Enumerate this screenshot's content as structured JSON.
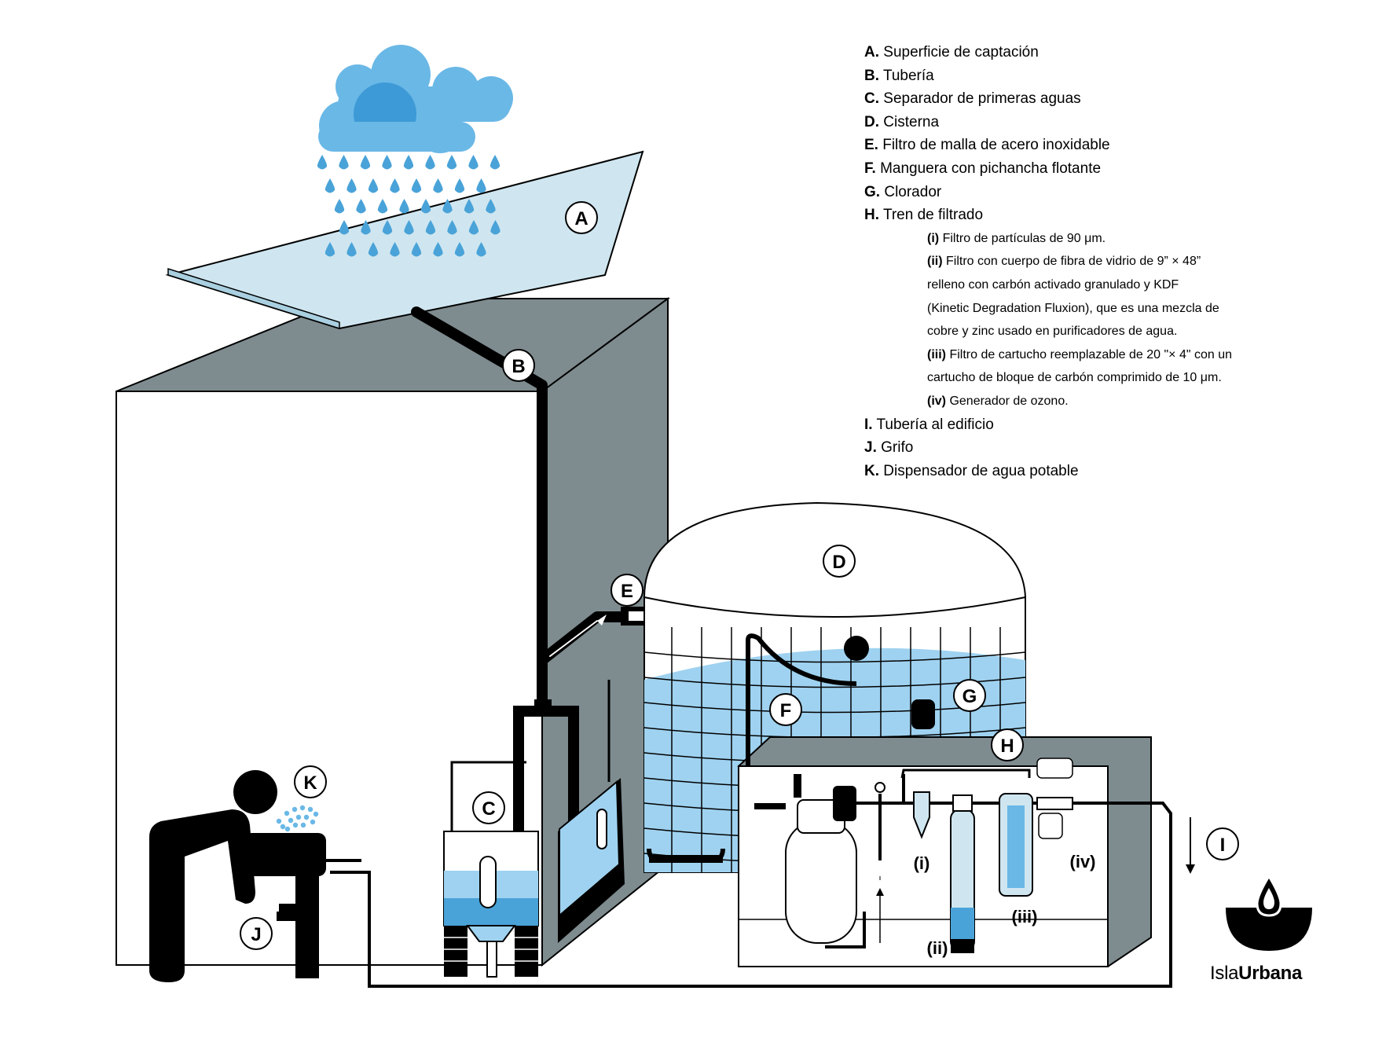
{
  "labels": {
    "A": "A",
    "B": "B",
    "C": "C",
    "D": "D",
    "E": "E",
    "F": "F",
    "G": "G",
    "H": "H",
    "I": "I",
    "J": "J",
    "K": "K"
  },
  "sub_labels": {
    "i": "(i)",
    "ii": "(ii)",
    "iii": "(iii)",
    "iv": "(iv)"
  },
  "legend": {
    "items": [
      {
        "key": "A.",
        "text": "Superficie de captación"
      },
      {
        "key": "B.",
        "text": "Tubería"
      },
      {
        "key": "C.",
        "text": "Separador de primeras aguas"
      },
      {
        "key": "D.",
        "text": "Cisterna"
      },
      {
        "key": "E.",
        "text": "Filtro de malla de acero inoxidable"
      },
      {
        "key": "F.",
        "text": "Manguera con pichancha flotante"
      },
      {
        "key": "G.",
        "text": "Clorador"
      },
      {
        "key": "H.",
        "text": "Tren de filtrado"
      }
    ],
    "sub_items": [
      {
        "key": "(i)",
        "text": "Filtro de partículas de 90 μm."
      },
      {
        "key": "(ii)",
        "text": "Filtro con cuerpo de fibra de vidrio de 9” × 48”"
      },
      {
        "key": "",
        "text": "relleno con carbón activado granulado y KDF"
      },
      {
        "key": "",
        "text": "(Kinetic Degradation Fluxion), que es una mezcla de"
      },
      {
        "key": "",
        "text": "cobre y zinc usado en purificadores de agua."
      },
      {
        "key": "(iii)",
        "text": "Filtro de cartucho reemplazable de 20 \"× 4\" con un"
      },
      {
        "key": "",
        "text": "cartucho de bloque de carbón comprimido de 10 μm."
      },
      {
        "key": "(iv)",
        "text": "Generador de ozono."
      }
    ],
    "items_after": [
      {
        "key": "I.",
        "text": "Tubería al edificio"
      },
      {
        "key": "J.",
        "text": "Grifo"
      },
      {
        "key": "K.",
        "text": "Dispensador de agua potable"
      }
    ]
  },
  "brand": {
    "part1": "Isla",
    "part2": "Urbana"
  },
  "colors": {
    "cloud": "#6ab8e6",
    "cloud_dark": "#3d9ad6",
    "water": "#9fd2f0",
    "water_dark": "#4aa3d8",
    "roof": "#cfe6f0",
    "wall": "#7e8b8f",
    "pipe": "#000000"
  },
  "icons": [
    "cloud-icon",
    "raindrop-icon",
    "person-icon",
    "faucet-icon",
    "islaurbana-logo-icon"
  ]
}
